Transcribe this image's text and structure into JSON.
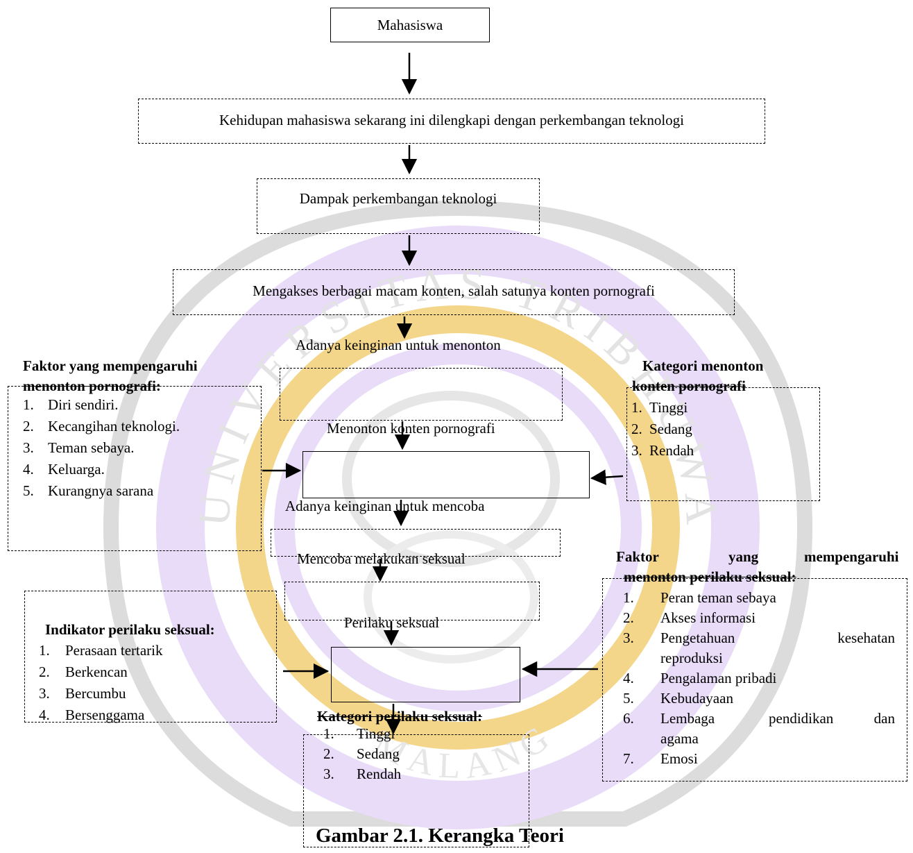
{
  "colors": {
    "watermark_gold": "#f3d68a",
    "watermark_purple": "#e4d6f7",
    "watermark_grey": "#d9d9d9",
    "line": "#000000"
  },
  "watermark": {
    "top_text": "UNIVERSITAS TRIBHUWANA TUNGGADEWI",
    "bottom_text": "MALANG"
  },
  "flow": {
    "mahasiswa": "Mahasiswa",
    "kehidupan": "Kehidupan mahasiswa sekarang ini dilengkapi dengan perkembangan teknologi",
    "dampak": "Dampak perkembangan teknologi",
    "mengakses": "Mengakses berbagai macam konten, salah satunya konten pornografi",
    "keinginan_menonton": "Adanya keinginan untuk menonton",
    "menonton_konten": "Menonton konten pornografi",
    "keinginan_mencoba": "Adanya keinginan untuk mencoba",
    "mencoba_seksual": "Mencoba melakukan seksual",
    "perilaku_seksual": "Perilaku seksual"
  },
  "faktor_menonton": {
    "title_1": "Faktor yang mempengaruhi",
    "title_2": "menonton pornografi:",
    "items": [
      {
        "num": "1.",
        "text": "Diri sendiri."
      },
      {
        "num": "2.",
        "text": "Kecangihan teknologi."
      },
      {
        "num": "3.",
        "text": "Teman sebaya."
      },
      {
        "num": "4.",
        "text": "Keluarga."
      },
      {
        "num": "5.",
        "text": "Kurangnya sarana"
      }
    ]
  },
  "kategori_menonton": {
    "title_1": "Kategori menonton",
    "title_2": "konten pornografi",
    "items": [
      {
        "num": "1.",
        "text": "Tinggi"
      },
      {
        "num": "2.",
        "text": "Sedang"
      },
      {
        "num": "3.",
        "text": "Rendah"
      }
    ]
  },
  "indikator": {
    "title": "Indikator perilaku seksual:",
    "items": [
      {
        "num": "1.",
        "text": "Perasaan tertarik"
      },
      {
        "num": "2.",
        "text": "Berkencan"
      },
      {
        "num": "3.",
        "text": "Bercumbu"
      },
      {
        "num": "4.",
        "text": "Bersenggama"
      }
    ]
  },
  "faktor_perilaku": {
    "title_word_1": "Faktor",
    "title_word_2": "yang",
    "title_word_3": "mempengaruhi",
    "title_2": "menonton perilaku seksual:",
    "items": [
      {
        "num": "1.",
        "text": "Peran teman sebaya"
      },
      {
        "num": "2.",
        "text": "Akses informasi"
      },
      {
        "num": "3.",
        "text_a": "Pengetahuan",
        "text_b": "kesehatan",
        "text_c": "reproduksi"
      },
      {
        "num": "4.",
        "text": "Pengalaman pribadi"
      },
      {
        "num": "5.",
        "text": "Kebudayaan"
      },
      {
        "num": "6.",
        "text_a": "Lembaga",
        "text_b": "pendidikan",
        "text_c": "dan",
        "text_d": "agama"
      },
      {
        "num": "7.",
        "text": "Emosi"
      }
    ]
  },
  "kategori_perilaku": {
    "title": "Kategori perilaku seksual:",
    "items": [
      {
        "num": "1.",
        "text": "Tinggi"
      },
      {
        "num": "2.",
        "text": "Sedang"
      },
      {
        "num": "3.",
        "text": "Rendah"
      }
    ]
  },
  "caption": "Gambar 2.1. Kerangka Teori"
}
